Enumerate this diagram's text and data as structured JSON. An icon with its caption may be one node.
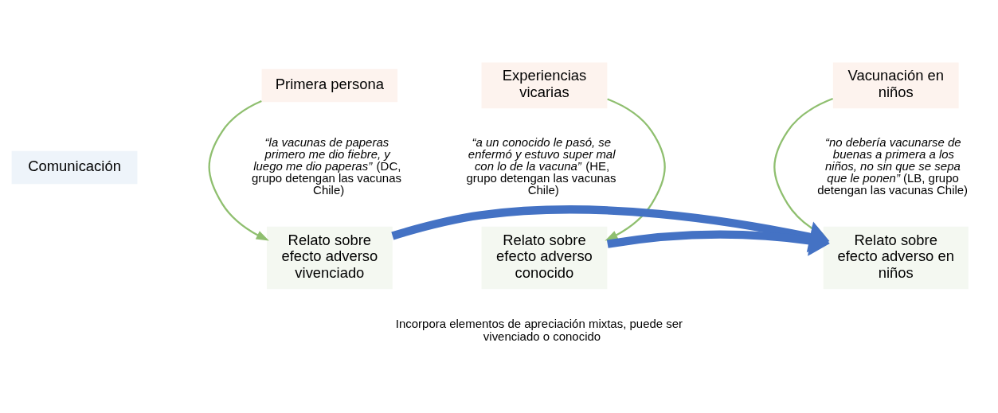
{
  "diagram": {
    "nodes": [
      {
        "text": [
          "Comunicación"
        ]
      },
      {
        "text": [
          "Primera persona"
        ]
      },
      {
        "text": [
          "Experiencias vicarias"
        ]
      },
      {
        "text": [
          "Vacunación en niños"
        ]
      },
      {
        "text": [
          "Relato sobre efecto adverso vivenciado"
        ]
      },
      {
        "text": [
          "Relato sobre efecto adverso conocido"
        ]
      },
      {
        "text": [
          "Relato sobre efecto adverso en niños"
        ]
      }
    ],
    "edges": [
      {
        "from": 1,
        "to": 4,
        "arrow": "to"
      },
      {
        "from": 2,
        "to": 5,
        "arrow": "to"
      },
      {
        "from": 3,
        "to": 6,
        "arrow": "to"
      },
      {
        "from": 4,
        "to": 6,
        "arrow": "to",
        "style": "thick",
        "color": "#4472c4"
      },
      {
        "from": 5,
        "to": 6,
        "arrow": "to",
        "style": "thick",
        "color": "#4472c4"
      }
    ],
    "labels": [
      "*“la vacunas de paperas primero me dio fiebre, y luego me dio paperas”* (DC, grupo detengan las vacunas Chile)",
      "*“a un conocido le pasó, se enfermó y estuvo super mal con lo de la vacuna”* (HE, grupo detengan las vacunas Chile)",
      "*“no debería vacunarse de buenas a primera a los niños, no sin que se sepa que le ponen”* (LB, grupo detengan las vacunas Chile)",
      "Incorpora elementos de apreciación mixtas, puede ser vivenciado o conocido"
    ]
  }
}
